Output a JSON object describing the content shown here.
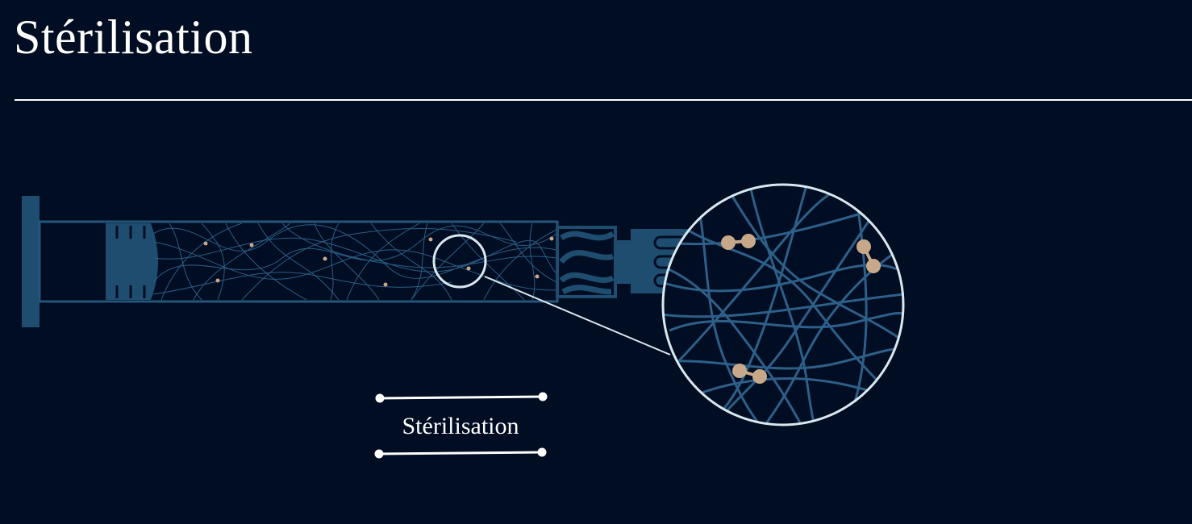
{
  "page": {
    "title": "Stérilisation"
  },
  "diagram": {
    "subject": "syringe-with-fiber-matrix",
    "step_label": "Stérilisation",
    "colors": {
      "background": "#000d22",
      "syringe_fill": "#1f4d70",
      "syringe_stroke": "#24557a",
      "fiber_thin": "#2c5d85",
      "fiber_thick": "#2d5f88",
      "particle": "#c8a88a",
      "magnifier_ring": "#d8e8ee",
      "text": "#ffffff"
    }
  }
}
